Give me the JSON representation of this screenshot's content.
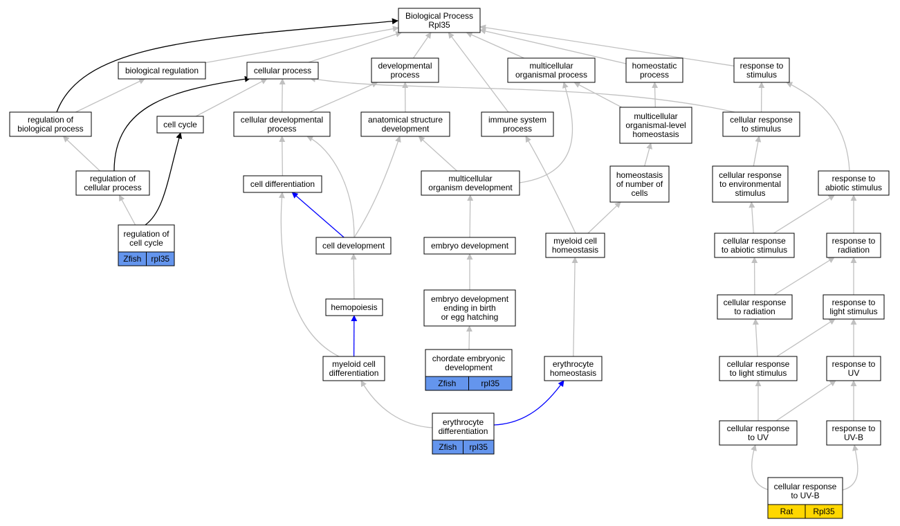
{
  "colors": {
    "edge_gray": "#c0c0c0",
    "edge_black": "#000000",
    "edge_blue": "#0000ff",
    "zfish_fill": "#6495ed",
    "rat_fill": "#ffd700",
    "node_fill": "#ffffff",
    "node_stroke": "#000000"
  },
  "nodes": [
    {
      "id": "bp",
      "lines": [
        "Biological Process",
        "Rpl35"
      ]
    },
    {
      "id": "bioreg",
      "lines": [
        "biological regulation"
      ]
    },
    {
      "id": "cellproc",
      "lines": [
        "cellular process"
      ]
    },
    {
      "id": "devproc",
      "lines": [
        "developmental",
        "process"
      ]
    },
    {
      "id": "multiproc",
      "lines": [
        "multicellular",
        "organismal process"
      ]
    },
    {
      "id": "homeoproc",
      "lines": [
        "homeostatic",
        "process"
      ]
    },
    {
      "id": "respstim",
      "lines": [
        "response to",
        "stimulus"
      ]
    },
    {
      "id": "regbio",
      "lines": [
        "regulation of",
        "biological process"
      ]
    },
    {
      "id": "cellcycle",
      "lines": [
        "cell cycle"
      ]
    },
    {
      "id": "celldevproc",
      "lines": [
        "cellular developmental",
        "process"
      ]
    },
    {
      "id": "anatdev",
      "lines": [
        "anatomical structure",
        "development"
      ]
    },
    {
      "id": "immune",
      "lines": [
        "immune system",
        "process"
      ]
    },
    {
      "id": "multihomeo",
      "lines": [
        "multicellular",
        "organismal-level",
        "homeostasis"
      ]
    },
    {
      "id": "cellrespstim",
      "lines": [
        "cellular response",
        "to stimulus"
      ]
    },
    {
      "id": "regcell",
      "lines": [
        "regulation of",
        "cellular process"
      ]
    },
    {
      "id": "celldiff",
      "lines": [
        "cell differentiation"
      ]
    },
    {
      "id": "multidev",
      "lines": [
        "multicellular",
        "organism development"
      ]
    },
    {
      "id": "homeonum",
      "lines": [
        "homeostasis",
        "of number of",
        "cells"
      ]
    },
    {
      "id": "cellrespenv",
      "lines": [
        "cellular response",
        "to environmental",
        "stimulus"
      ]
    },
    {
      "id": "respabio",
      "lines": [
        "response to",
        "abiotic stimulus"
      ]
    },
    {
      "id": "regcc",
      "lines": [
        "regulation of",
        "cell cycle"
      ],
      "tags": [
        "Zfish",
        "rpl35"
      ],
      "tag_color": "zfish"
    },
    {
      "id": "celldev",
      "lines": [
        "cell development"
      ]
    },
    {
      "id": "embdev",
      "lines": [
        "embryo development"
      ]
    },
    {
      "id": "myhomeo",
      "lines": [
        "myeloid cell",
        "homeostasis"
      ]
    },
    {
      "id": "cellrespabio",
      "lines": [
        "cellular response",
        "to abiotic stimulus"
      ]
    },
    {
      "id": "resprad",
      "lines": [
        "response to",
        "radiation"
      ]
    },
    {
      "id": "hemo",
      "lines": [
        "hemopoiesis"
      ]
    },
    {
      "id": "embbirth",
      "lines": [
        "embryo development",
        "ending in birth",
        "or egg hatching"
      ]
    },
    {
      "id": "cellresprad",
      "lines": [
        "cellular response",
        "to radiation"
      ]
    },
    {
      "id": "resplight",
      "lines": [
        "response to",
        "light stimulus"
      ]
    },
    {
      "id": "mydiff",
      "lines": [
        "myeloid cell",
        "differentiation"
      ]
    },
    {
      "id": "chordate",
      "lines": [
        "chordate embryonic",
        "development"
      ],
      "tags": [
        "Zfish",
        "rpl35"
      ],
      "tag_color": "zfish"
    },
    {
      "id": "erythomeo",
      "lines": [
        "erythrocyte",
        "homeostasis"
      ]
    },
    {
      "id": "cellresplight",
      "lines": [
        "cellular response",
        "to light stimulus"
      ]
    },
    {
      "id": "respuv",
      "lines": [
        "response to",
        "UV"
      ]
    },
    {
      "id": "erydiff",
      "lines": [
        "erythrocyte",
        "differentiation"
      ],
      "tags": [
        "Zfish",
        "rpl35"
      ],
      "tag_color": "zfish"
    },
    {
      "id": "cellrespuv",
      "lines": [
        "cellular response",
        "to UV"
      ]
    },
    {
      "id": "respuvb",
      "lines": [
        "response to",
        "UV-B"
      ]
    },
    {
      "id": "cellrespuvb",
      "lines": [
        "cellular response",
        "to UV-B"
      ],
      "tags": [
        "Rat",
        "Rpl35"
      ],
      "tag_color": "rat"
    }
  ],
  "edges": [
    {
      "from": "regbio",
      "to": "bp",
      "color": "black"
    },
    {
      "from": "bioreg",
      "to": "bp",
      "color": "gray"
    },
    {
      "from": "cellproc",
      "to": "bp",
      "color": "gray"
    },
    {
      "from": "devproc",
      "to": "bp",
      "color": "gray"
    },
    {
      "from": "immune",
      "to": "bp",
      "color": "gray"
    },
    {
      "from": "multiproc",
      "to": "bp",
      "color": "gray"
    },
    {
      "from": "homeoproc",
      "to": "bp",
      "color": "gray"
    },
    {
      "from": "respstim",
      "to": "bp",
      "color": "gray"
    },
    {
      "from": "regbio",
      "to": "bioreg",
      "color": "gray"
    },
    {
      "from": "regcell",
      "to": "cellproc",
      "color": "black"
    },
    {
      "from": "cellcycle",
      "to": "cellproc",
      "color": "gray"
    },
    {
      "from": "celldevproc",
      "to": "cellproc",
      "color": "gray"
    },
    {
      "from": "cellrespstim",
      "to": "cellproc",
      "color": "gray"
    },
    {
      "from": "celldevproc",
      "to": "devproc",
      "color": "gray"
    },
    {
      "from": "anatdev",
      "to": "devproc",
      "color": "gray"
    },
    {
      "from": "multidev",
      "to": "multiproc",
      "color": "gray"
    },
    {
      "from": "multihomeo",
      "to": "multiproc",
      "color": "gray"
    },
    {
      "from": "multihomeo",
      "to": "homeoproc",
      "color": "gray"
    },
    {
      "from": "cellrespstim",
      "to": "respstim",
      "color": "gray"
    },
    {
      "from": "respabio",
      "to": "respstim",
      "color": "gray"
    },
    {
      "from": "regcell",
      "to": "regbio",
      "color": "gray"
    },
    {
      "from": "regcc",
      "to": "regcell",
      "color": "gray"
    },
    {
      "from": "regcc",
      "to": "cellcycle",
      "color": "black"
    },
    {
      "from": "celldiff",
      "to": "celldevproc",
      "color": "gray"
    },
    {
      "from": "celldev",
      "to": "celldevproc",
      "color": "gray"
    },
    {
      "from": "celldev",
      "to": "anatdev",
      "color": "gray"
    },
    {
      "from": "multidev",
      "to": "anatdev",
      "color": "gray"
    },
    {
      "from": "myhomeo",
      "to": "immune",
      "color": "gray"
    },
    {
      "from": "homeonum",
      "to": "multihomeo",
      "color": "gray"
    },
    {
      "from": "cellrespenv",
      "to": "cellrespstim",
      "color": "gray"
    },
    {
      "from": "celldev",
      "to": "celldiff",
      "color": "blue"
    },
    {
      "from": "mydiff",
      "to": "celldiff",
      "color": "gray"
    },
    {
      "from": "embdev",
      "to": "multidev",
      "color": "gray"
    },
    {
      "from": "myhomeo",
      "to": "homeonum",
      "color": "gray"
    },
    {
      "from": "cellrespabio",
      "to": "cellrespenv",
      "color": "gray"
    },
    {
      "from": "cellrespabio",
      "to": "respabio",
      "color": "gray"
    },
    {
      "from": "resprad",
      "to": "respabio",
      "color": "gray"
    },
    {
      "from": "hemo",
      "to": "celldev",
      "color": "gray"
    },
    {
      "from": "embbirth",
      "to": "embdev",
      "color": "gray"
    },
    {
      "from": "erythomeo",
      "to": "myhomeo",
      "color": "gray"
    },
    {
      "from": "cellresprad",
      "to": "cellrespabio",
      "color": "gray"
    },
    {
      "from": "cellresprad",
      "to": "resprad",
      "color": "gray"
    },
    {
      "from": "resplight",
      "to": "resprad",
      "color": "gray"
    },
    {
      "from": "mydiff",
      "to": "hemo",
      "color": "blue"
    },
    {
      "from": "chordate",
      "to": "embbirth",
      "color": "gray"
    },
    {
      "from": "cellresplight",
      "to": "cellresprad",
      "color": "gray"
    },
    {
      "from": "cellresplight",
      "to": "resplight",
      "color": "gray"
    },
    {
      "from": "respuv",
      "to": "resplight",
      "color": "gray"
    },
    {
      "from": "erydiff",
      "to": "mydiff",
      "color": "gray"
    },
    {
      "from": "erydiff",
      "to": "erythomeo",
      "color": "blue"
    },
    {
      "from": "cellrespuv",
      "to": "cellresplight",
      "color": "gray"
    },
    {
      "from": "cellrespuv",
      "to": "respuv",
      "color": "gray"
    },
    {
      "from": "respuvb",
      "to": "respuv",
      "color": "gray"
    },
    {
      "from": "cellrespuvb",
      "to": "cellrespuv",
      "color": "gray"
    },
    {
      "from": "cellrespuvb",
      "to": "respuvb",
      "color": "gray"
    }
  ]
}
